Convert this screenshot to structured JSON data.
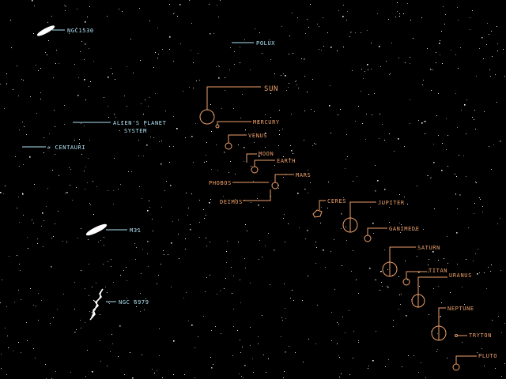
{
  "colors": {
    "background": "#000000",
    "deep_sky_label": "#aee4f6",
    "solar_system": "#f0a06a",
    "galaxy": "#ffffff"
  },
  "deep_sky": {
    "ngc1530": "NGC1530",
    "polux": "POLUX",
    "alien_system_line1": "ALIEN'S PLANET",
    "alien_system_line2": "SYSTEM",
    "centauri": "∝ CENTAURI",
    "m31": "M31",
    "ngc6979": "NGC 6979"
  },
  "solar_system": {
    "sun": "SUN",
    "mercury": "MERCURY",
    "venus": "VENUS",
    "moon": "MOON",
    "earth": "EARTH",
    "mars": "MARS",
    "phobos": "PHOBOS",
    "deimos": "DEIMOS",
    "ceres": "CERES",
    "jupiter": "JUPITER",
    "ganimede": "GANIMEDE",
    "saturn": "SATURN",
    "titan": "TITAN",
    "uranus": "URANUS",
    "neptune": "NEPTUNE",
    "tryton": "TRYTON",
    "pluto": "PLUTO"
  }
}
